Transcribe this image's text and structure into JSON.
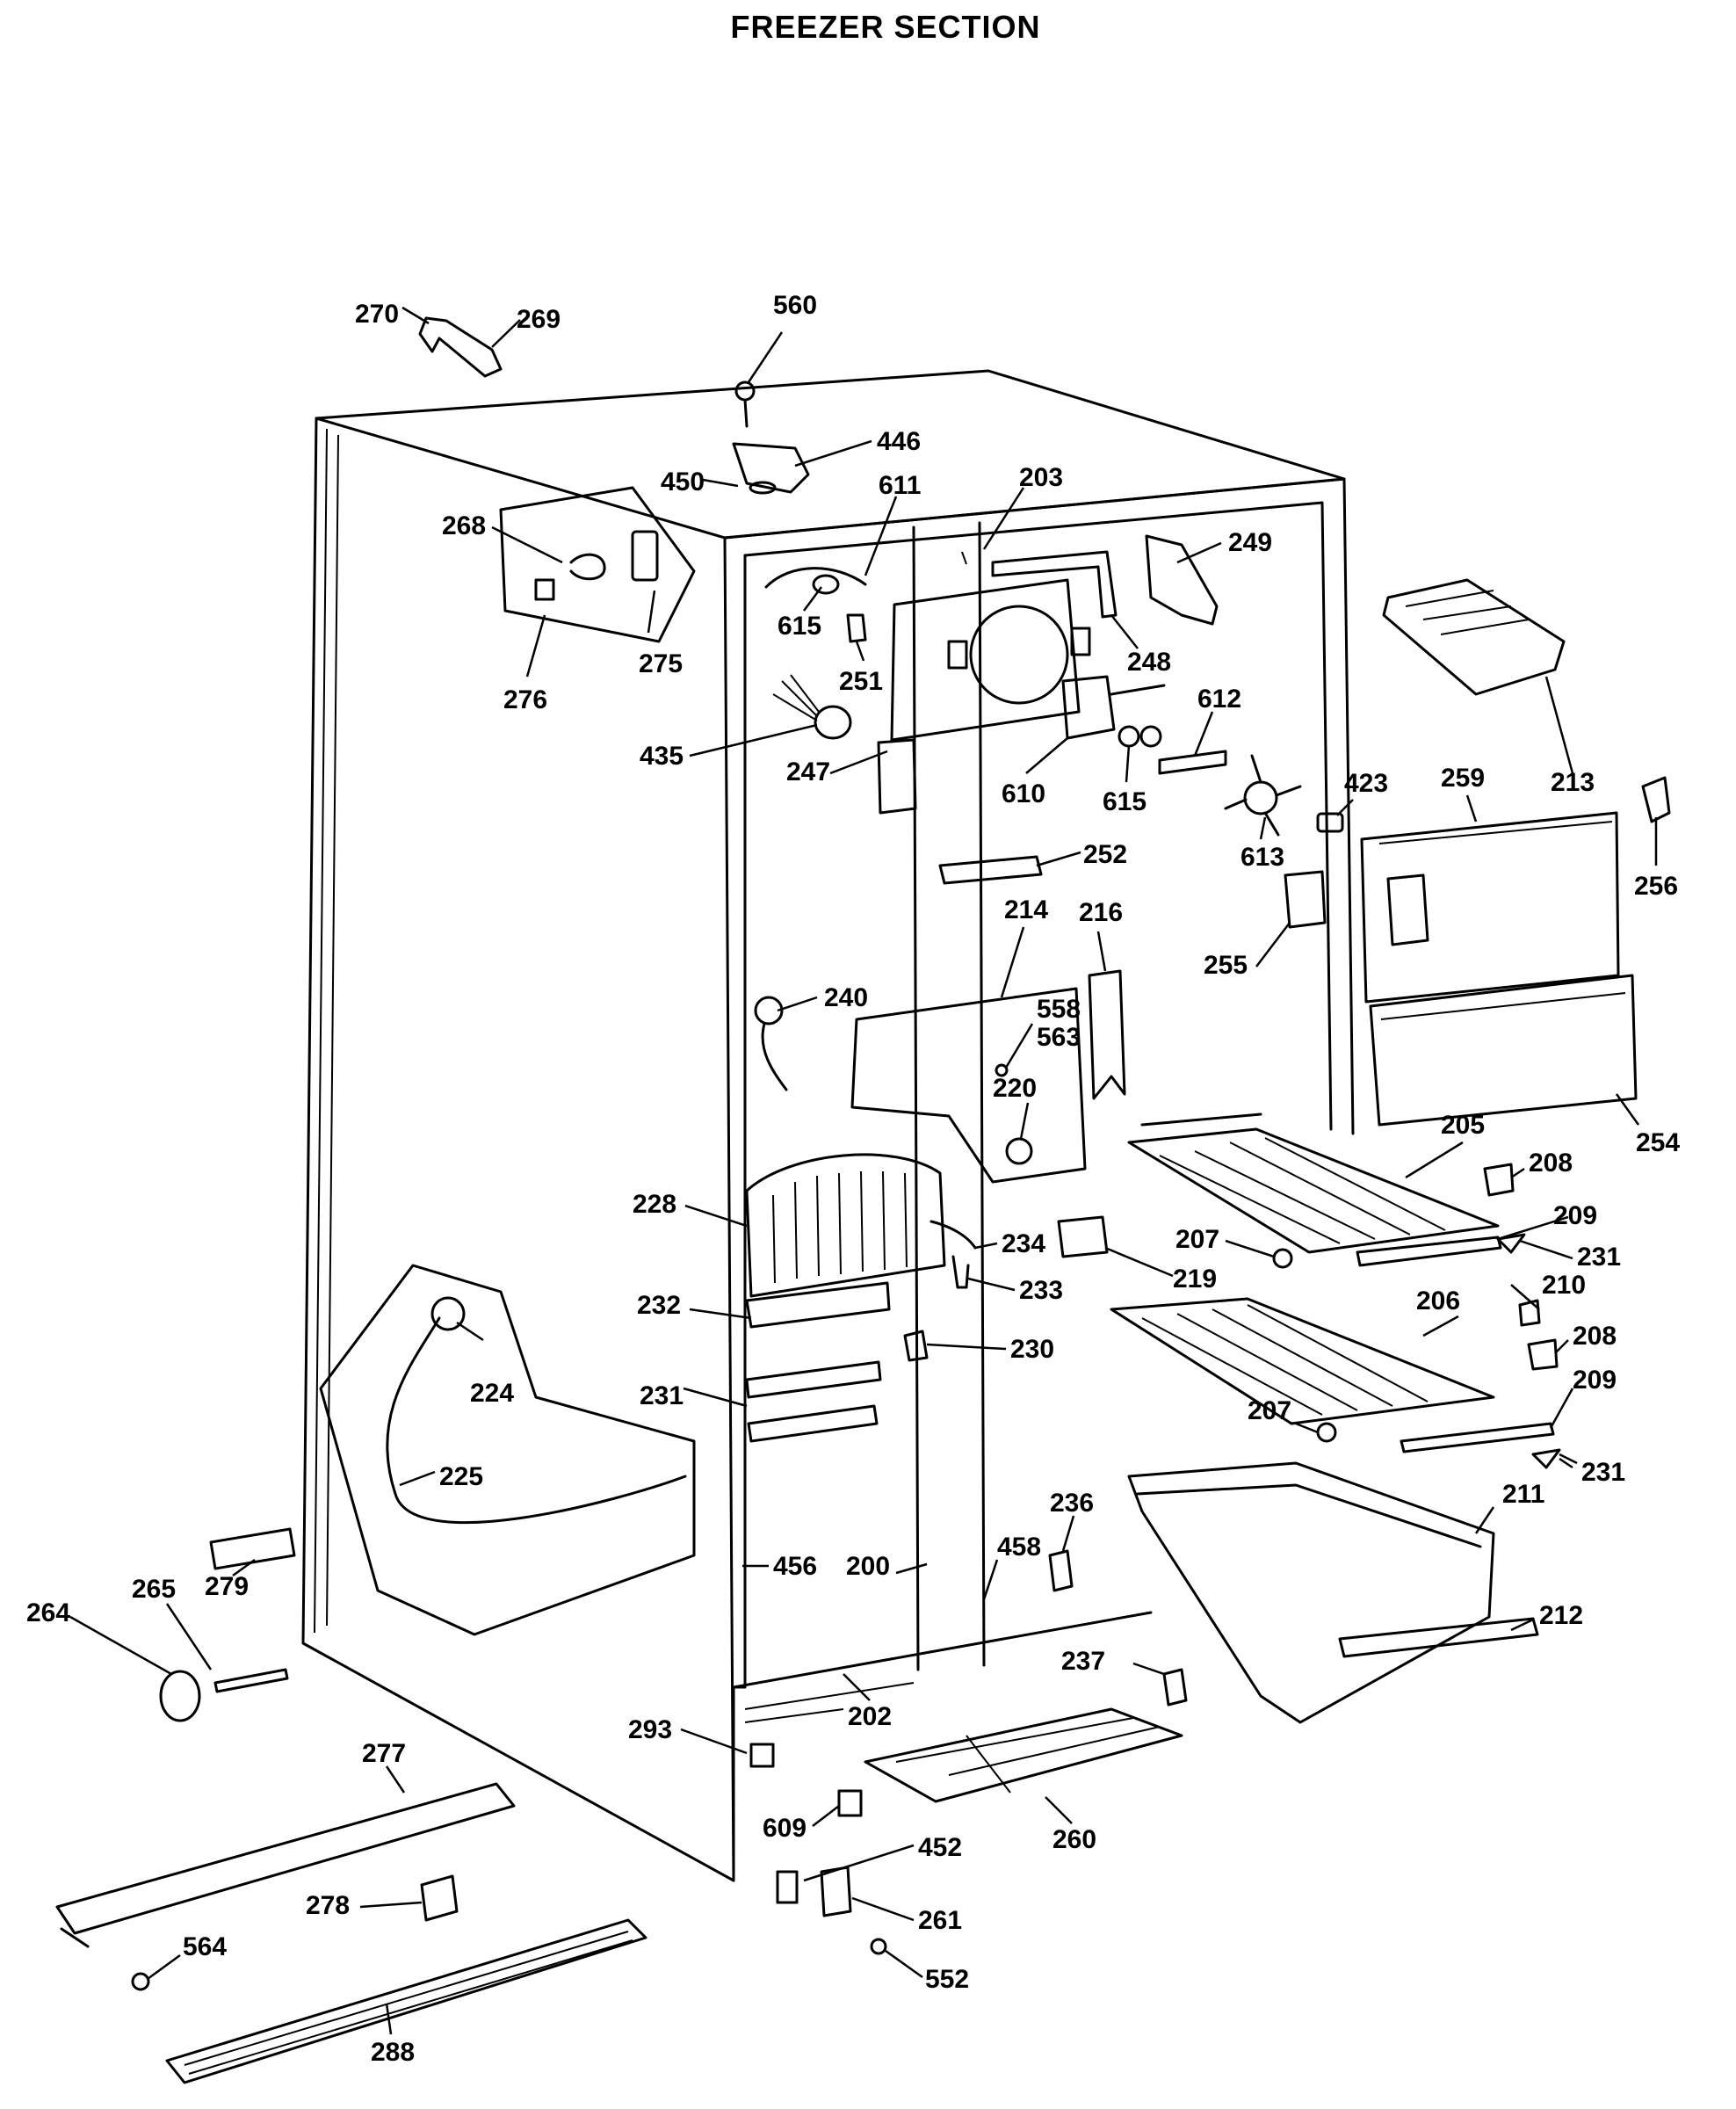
{
  "title": "FREEZER SECTION",
  "callouts": [
    {
      "id": "270",
      "label": "270"
    },
    {
      "id": "269",
      "label": "269"
    },
    {
      "id": "560",
      "label": "560"
    },
    {
      "id": "446",
      "label": "446"
    },
    {
      "id": "450",
      "label": "450"
    },
    {
      "id": "611",
      "label": "611"
    },
    {
      "id": "203",
      "label": "203"
    },
    {
      "id": "268",
      "label": "268"
    },
    {
      "id": "249",
      "label": "249"
    },
    {
      "id": "615a",
      "label": "615"
    },
    {
      "id": "248",
      "label": "248"
    },
    {
      "id": "251",
      "label": "251"
    },
    {
      "id": "275",
      "label": "275"
    },
    {
      "id": "276",
      "label": "276"
    },
    {
      "id": "612",
      "label": "612"
    },
    {
      "id": "435",
      "label": "435"
    },
    {
      "id": "247",
      "label": "247"
    },
    {
      "id": "213",
      "label": "213"
    },
    {
      "id": "610",
      "label": "610"
    },
    {
      "id": "615b",
      "label": "615"
    },
    {
      "id": "423",
      "label": "423"
    },
    {
      "id": "259",
      "label": "259"
    },
    {
      "id": "252",
      "label": "252"
    },
    {
      "id": "613",
      "label": "613"
    },
    {
      "id": "256",
      "label": "256"
    },
    {
      "id": "214",
      "label": "214"
    },
    {
      "id": "216",
      "label": "216"
    },
    {
      "id": "255",
      "label": "255"
    },
    {
      "id": "240",
      "label": "240"
    },
    {
      "id": "558",
      "label": "558"
    },
    {
      "id": "563",
      "label": "563"
    },
    {
      "id": "220",
      "label": "220"
    },
    {
      "id": "254",
      "label": "254"
    },
    {
      "id": "205",
      "label": "205"
    },
    {
      "id": "208a",
      "label": "208"
    },
    {
      "id": "228",
      "label": "228"
    },
    {
      "id": "209a",
      "label": "209"
    },
    {
      "id": "207a",
      "label": "207"
    },
    {
      "id": "234",
      "label": "234"
    },
    {
      "id": "231a",
      "label": "231"
    },
    {
      "id": "219",
      "label": "219"
    },
    {
      "id": "210",
      "label": "210"
    },
    {
      "id": "233",
      "label": "233"
    },
    {
      "id": "232",
      "label": "232"
    },
    {
      "id": "206",
      "label": "206"
    },
    {
      "id": "208b",
      "label": "208"
    },
    {
      "id": "230",
      "label": "230"
    },
    {
      "id": "224",
      "label": "224"
    },
    {
      "id": "209b",
      "label": "209"
    },
    {
      "id": "231b",
      "label": "231"
    },
    {
      "id": "207b",
      "label": "207"
    },
    {
      "id": "231c",
      "label": "231"
    },
    {
      "id": "225",
      "label": "225"
    },
    {
      "id": "236",
      "label": "236"
    },
    {
      "id": "211",
      "label": "211"
    },
    {
      "id": "458",
      "label": "458"
    },
    {
      "id": "456",
      "label": "456"
    },
    {
      "id": "200",
      "label": "200"
    },
    {
      "id": "279",
      "label": "279"
    },
    {
      "id": "264",
      "label": "264"
    },
    {
      "id": "265",
      "label": "265"
    },
    {
      "id": "212",
      "label": "212"
    },
    {
      "id": "237",
      "label": "237"
    },
    {
      "id": "202",
      "label": "202"
    },
    {
      "id": "293",
      "label": "293"
    },
    {
      "id": "277",
      "label": "277"
    },
    {
      "id": "609",
      "label": "609"
    },
    {
      "id": "260",
      "label": "260"
    },
    {
      "id": "452",
      "label": "452"
    },
    {
      "id": "278",
      "label": "278"
    },
    {
      "id": "261",
      "label": "261"
    },
    {
      "id": "564",
      "label": "564"
    },
    {
      "id": "552",
      "label": "552"
    },
    {
      "id": "288",
      "label": "288"
    }
  ]
}
